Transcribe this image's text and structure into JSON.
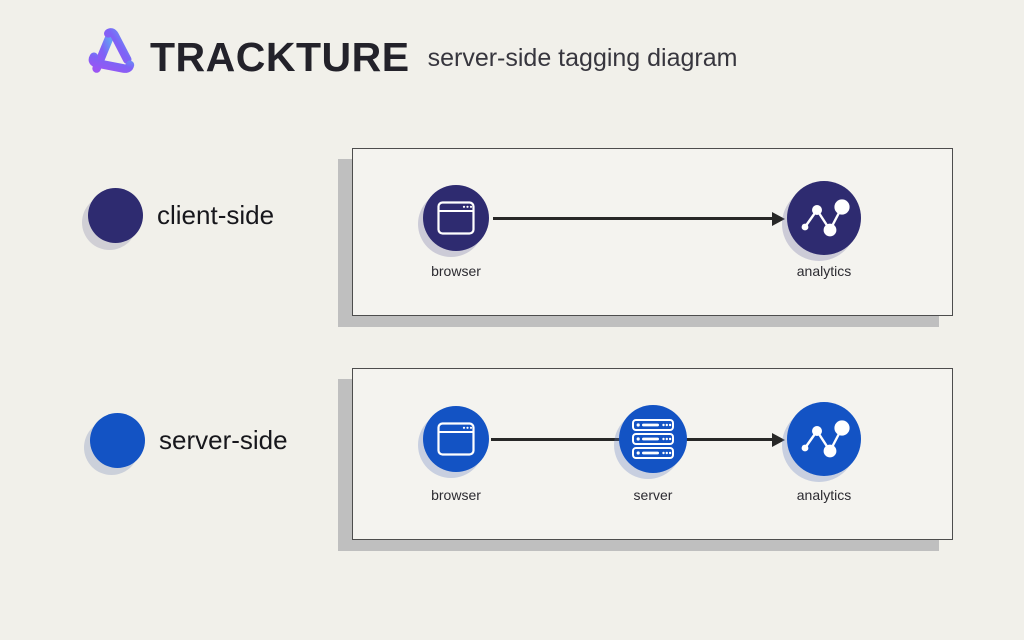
{
  "header": {
    "logo_icon": "trackture-knot-icon",
    "brand": "TRACKTURE",
    "subtitle": "server-side tagging diagram"
  },
  "colors": {
    "page_background": "#f1f0ea",
    "panel_background": "#f4f3ef",
    "panel_border": "#4d4d4d",
    "panel_shadow": "#bfbfbf",
    "navy_accent": "#2e2b70",
    "blue_accent": "#1353c4",
    "arrow": "#272727",
    "logo_gradient_start": "#9b55f3",
    "logo_gradient_end": "#64a0f4"
  },
  "diagram": {
    "rows": [
      {
        "legend_label": "client-side",
        "accent_color": "#2e2b70",
        "nodes": [
          {
            "icon": "browser-icon",
            "label": "browser"
          },
          {
            "icon": "analytics-icon",
            "label": "analytics"
          }
        ]
      },
      {
        "legend_label": "server-side",
        "accent_color": "#1353c4",
        "nodes": [
          {
            "icon": "browser-icon",
            "label": "browser"
          },
          {
            "icon": "server-icon",
            "label": "server"
          },
          {
            "icon": "analytics-icon",
            "label": "analytics"
          }
        ]
      }
    ]
  }
}
